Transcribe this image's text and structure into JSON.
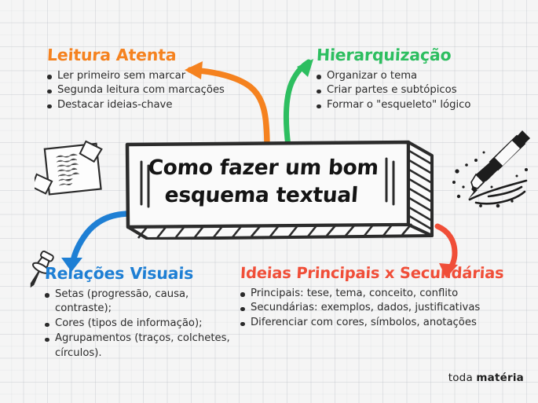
{
  "poster": {
    "background_color": "#f5f5f5",
    "grid": "graph-paper"
  },
  "banner": {
    "title_line1": "Como fazer um bom",
    "title_line2": "esquema textual"
  },
  "colors": {
    "orange": "#f5821f",
    "green": "#2dbe60",
    "blue": "#1e7fd4",
    "red": "#f04e38",
    "text": "#2b2b2b",
    "ink": "#1d1d1d"
  },
  "sections": [
    {
      "id": "leitura-atenta",
      "heading": "Leitura Atenta",
      "color": "#f5821f",
      "items": [
        "Ler primeiro sem marcar",
        "Segunda leitura com marcações",
        "Destacar ideias-chave"
      ]
    },
    {
      "id": "hierarquizacao",
      "heading": "Hierarquização",
      "color": "#2dbe60",
      "items": [
        "Organizar o tema",
        "Criar partes e subtópicos",
        "Formar o \"esqueleto\" lógico"
      ]
    },
    {
      "id": "relacoes-visuais",
      "heading": "Relações Visuais",
      "color": "#1e7fd4",
      "items": [
        "Setas (progressão, causa, contraste);",
        "Cores (tipos de informação);",
        "Agrupamentos (traços, colchetes, círculos)."
      ]
    },
    {
      "id": "ideias-principais-secundarias",
      "heading": "Ideias Principais x Secundárias",
      "color": "#f04e38",
      "items": [
        "Principais: tese, tema, conceito, conflito",
        "Secundárias: exemplos, dados, justificativas",
        "Diferenciar com cores, símbolos, anotações"
      ]
    }
  ],
  "logo": {
    "text_light": "toda ",
    "text_bold": "matéria"
  },
  "decorations": {
    "note_paper": "note-paper-icon",
    "fountain_pen": "fountain-pen-icon",
    "push_pin": "push-pin-icon",
    "arrow_orange": "curved-arrow-left-icon",
    "arrow_green": "curved-arrow-up-right-icon",
    "arrow_blue": "curved-arrow-down-left-icon",
    "arrow_red": "curved-arrow-down-icon"
  }
}
